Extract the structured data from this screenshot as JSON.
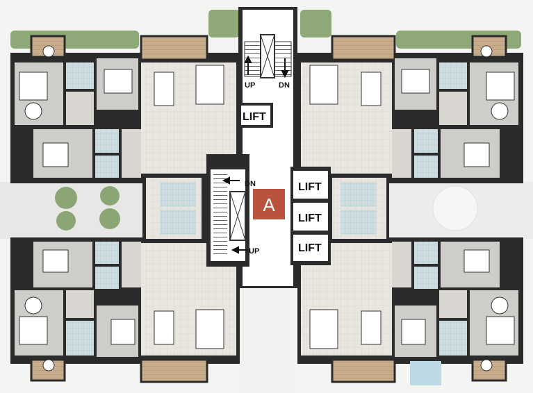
{
  "tower": {
    "name": "A",
    "color": "#b9533e"
  },
  "labels": {
    "up": "UP",
    "dn": "DN",
    "lift": "LIFT"
  },
  "colors": {
    "wall": "#2b2b2b",
    "bedroom": "#cfcdc9",
    "living": "#e9e6e0",
    "tile": "#c9d8dc",
    "balcony": "#c8ad8c",
    "greenery": "#7d9a62",
    "core": "#ffffff"
  }
}
